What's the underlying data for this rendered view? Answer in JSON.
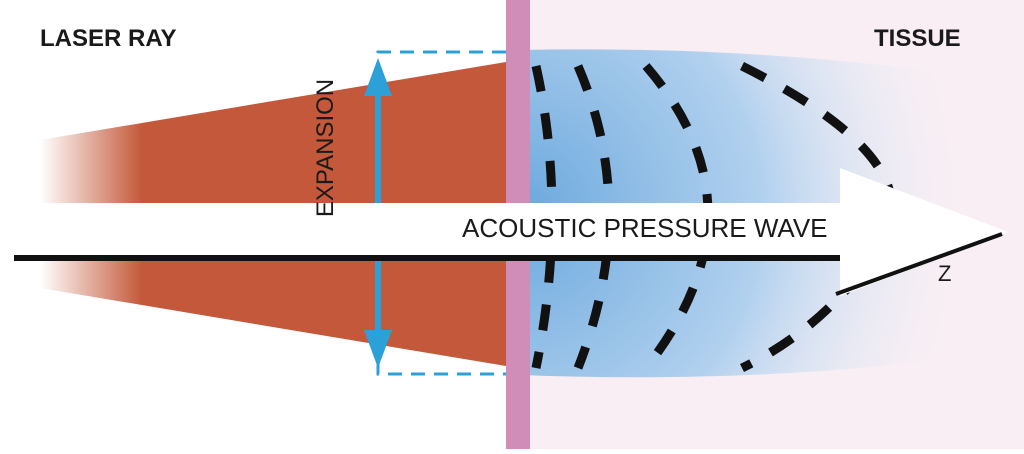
{
  "labels": {
    "laser_ray": "LASER RAY",
    "tissue": "TISSUE",
    "expansion": "EXPANSION",
    "acoustic_pressure_wave": "ACOUSTIC PRESSURE WAVE",
    "z_axis": "Z"
  },
  "colors": {
    "laser": "#c4583a",
    "tissue_background": "#f8eef3",
    "interface_layer": "#cf8db8",
    "pressure_wave": "#7fb4e0",
    "expansion_arrow": "#2ba0d9",
    "wavefronts": "#111111",
    "axis": "#111111"
  }
}
